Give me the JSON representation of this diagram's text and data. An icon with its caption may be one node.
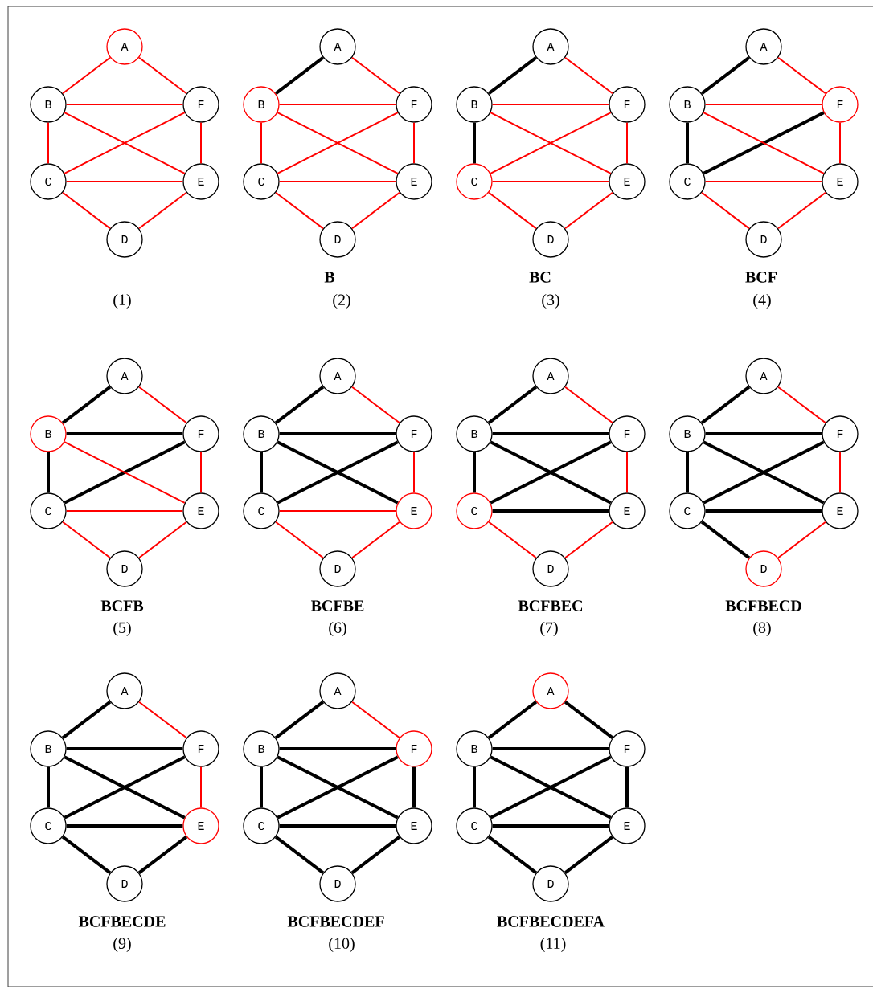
{
  "diagram": {
    "nodes": [
      {
        "text": [
          "A"
        ]
      },
      {
        "text": [
          "B"
        ]
      },
      {
        "text": [
          "F"
        ]
      },
      {
        "text": [
          "C"
        ]
      },
      {
        "text": [
          "E"
        ]
      },
      {
        "text": [
          "D"
        ]
      },
      {
        "text": [
          "A"
        ]
      },
      {
        "text": [
          "B"
        ]
      },
      {
        "text": [
          "F"
        ]
      },
      {
        "text": [
          "C"
        ]
      },
      {
        "text": [
          "E"
        ]
      },
      {
        "text": [
          "D"
        ]
      },
      {
        "text": [
          "A"
        ]
      },
      {
        "text": [
          "B"
        ]
      },
      {
        "text": [
          "F"
        ]
      },
      {
        "text": [
          "C"
        ]
      },
      {
        "text": [
          "E"
        ]
      },
      {
        "text": [
          "D"
        ]
      },
      {
        "text": [
          "A"
        ]
      },
      {
        "text": [
          "B"
        ]
      },
      {
        "text": [
          "F"
        ]
      },
      {
        "text": [
          "C"
        ]
      },
      {
        "text": [
          "E"
        ]
      },
      {
        "text": [
          "D"
        ]
      },
      {
        "text": [
          "A"
        ]
      },
      {
        "text": [
          "B"
        ]
      },
      {
        "text": [
          "F"
        ]
      },
      {
        "text": [
          "C"
        ]
      },
      {
        "text": [
          "E"
        ]
      },
      {
        "text": [
          "D"
        ]
      },
      {
        "text": [
          "A"
        ]
      },
      {
        "text": [
          "B"
        ]
      },
      {
        "text": [
          "F"
        ]
      },
      {
        "text": [
          "C"
        ]
      },
      {
        "text": [
          "E"
        ]
      },
      {
        "text": [
          "D"
        ]
      },
      {
        "text": [
          "A"
        ]
      },
      {
        "text": [
          "B"
        ]
      },
      {
        "text": [
          "F"
        ]
      },
      {
        "text": [
          "C"
        ]
      },
      {
        "text": [
          "E"
        ]
      },
      {
        "text": [
          "D"
        ]
      },
      {
        "text": [
          "A"
        ]
      },
      {
        "text": [
          "B"
        ]
      },
      {
        "text": [
          "F"
        ]
      },
      {
        "text": [
          "C"
        ]
      },
      {
        "text": [
          "E"
        ]
      },
      {
        "text": [
          "D"
        ]
      },
      {
        "text": [
          "A"
        ]
      },
      {
        "text": [
          "B"
        ]
      },
      {
        "text": [
          "F"
        ]
      },
      {
        "text": [
          "C"
        ]
      },
      {
        "text": [
          "E"
        ]
      },
      {
        "text": [
          "D"
        ]
      },
      {
        "text": [
          "A"
        ]
      },
      {
        "text": [
          "B"
        ]
      },
      {
        "text": [
          "F"
        ]
      },
      {
        "text": [
          "C"
        ]
      },
      {
        "text": [
          "E"
        ]
      },
      {
        "text": [
          "D"
        ]
      },
      {
        "text": [
          "A"
        ]
      },
      {
        "text": [
          "B"
        ]
      },
      {
        "text": [
          "F"
        ]
      },
      {
        "text": [
          "C"
        ]
      },
      {
        "text": [
          "E"
        ]
      },
      {
        "text": [
          "D"
        ]
      }
    ],
    "edges": [
      {
        "from": 0,
        "to": 1,
        "arrow": "none",
        "color": "#ff0000"
      },
      {
        "from": 1,
        "to": 3,
        "arrow": "none",
        "color": "#ff0000"
      },
      {
        "from": 3,
        "to": 2,
        "arrow": "none",
        "color": "#ff0000"
      },
      {
        "from": 2,
        "to": 1,
        "arrow": "none",
        "color": "#ff0000"
      },
      {
        "from": 1,
        "to": 4,
        "arrow": "none",
        "color": "#ff0000"
      },
      {
        "from": 4,
        "to": 3,
        "arrow": "none",
        "color": "#ff0000"
      },
      {
        "from": 3,
        "to": 5,
        "arrow": "none",
        "color": "#ff0000"
      },
      {
        "from": 5,
        "to": 4,
        "arrow": "none",
        "color": "#ff0000"
      },
      {
        "from": 4,
        "to": 2,
        "arrow": "none",
        "color": "#ff0000"
      },
      {
        "from": 2,
        "to": 0,
        "arrow": "none",
        "color": "#ff0000"
      },
      {
        "from": 6,
        "to": 7,
        "arrow": "none",
        "style": "thick",
        "color": "#000000"
      },
      {
        "from": 7,
        "to": 9,
        "arrow": "none",
        "color": "#ff0000"
      },
      {
        "from": 9,
        "to": 8,
        "arrow": "none",
        "color": "#ff0000"
      },
      {
        "from": 8,
        "to": 7,
        "arrow": "none",
        "color": "#ff0000"
      },
      {
        "from": 7,
        "to": 10,
        "arrow": "none",
        "color": "#ff0000"
      },
      {
        "from": 10,
        "to": 9,
        "arrow": "none",
        "color": "#ff0000"
      },
      {
        "from": 9,
        "to": 11,
        "arrow": "none",
        "color": "#ff0000"
      },
      {
        "from": 11,
        "to": 10,
        "arrow": "none",
        "color": "#ff0000"
      },
      {
        "from": 10,
        "to": 8,
        "arrow": "none",
        "color": "#ff0000"
      },
      {
        "from": 8,
        "to": 6,
        "arrow": "none",
        "color": "#ff0000"
      },
      {
        "from": 12,
        "to": 13,
        "arrow": "none",
        "style": "thick",
        "color": "#000000"
      },
      {
        "from": 13,
        "to": 15,
        "arrow": "none",
        "style": "thick",
        "color": "#000000"
      },
      {
        "from": 15,
        "to": 14,
        "arrow": "none",
        "color": "#ff0000"
      },
      {
        "from": 14,
        "to": 13,
        "arrow": "none",
        "color": "#ff0000"
      },
      {
        "from": 13,
        "to": 16,
        "arrow": "none",
        "color": "#ff0000"
      },
      {
        "from": 16,
        "to": 15,
        "arrow": "none",
        "color": "#ff0000"
      },
      {
        "from": 15,
        "to": 17,
        "arrow": "none",
        "color": "#ff0000"
      },
      {
        "from": 17,
        "to": 16,
        "arrow": "none",
        "color": "#ff0000"
      },
      {
        "from": 16,
        "to": 14,
        "arrow": "none",
        "color": "#ff0000"
      },
      {
        "from": 14,
        "to": 12,
        "arrow": "none",
        "color": "#ff0000"
      },
      {
        "from": 18,
        "to": 19,
        "arrow": "none",
        "style": "thick",
        "color": "#000000"
      },
      {
        "from": 19,
        "to": 21,
        "arrow": "none",
        "style": "thick",
        "color": "#000000"
      },
      {
        "from": 21,
        "to": 20,
        "arrow": "none",
        "style": "thick",
        "color": "#000000"
      },
      {
        "from": 20,
        "to": 19,
        "arrow": "none",
        "color": "#ff0000"
      },
      {
        "from": 19,
        "to": 22,
        "arrow": "none",
        "color": "#ff0000"
      },
      {
        "from": 22,
        "to": 21,
        "arrow": "none",
        "color": "#ff0000"
      },
      {
        "from": 21,
        "to": 23,
        "arrow": "none",
        "color": "#ff0000"
      },
      {
        "from": 23,
        "to": 22,
        "arrow": "none",
        "color": "#ff0000"
      },
      {
        "from": 22,
        "to": 20,
        "arrow": "none",
        "color": "#ff0000"
      },
      {
        "from": 20,
        "to": 18,
        "arrow": "none",
        "color": "#ff0000"
      },
      {
        "from": 24,
        "to": 25,
        "arrow": "none",
        "style": "thick",
        "color": "#000000"
      },
      {
        "from": 25,
        "to": 27,
        "arrow": "none",
        "style": "thick",
        "color": "#000000"
      },
      {
        "from": 27,
        "to": 26,
        "arrow": "none",
        "style": "thick",
        "color": "#000000"
      },
      {
        "from": 26,
        "to": 25,
        "arrow": "none",
        "style": "thick",
        "color": "#000000"
      },
      {
        "from": 25,
        "to": 28,
        "arrow": "none",
        "color": "#ff0000"
      },
      {
        "from": 28,
        "to": 27,
        "arrow": "none",
        "color": "#ff0000"
      },
      {
        "from": 27,
        "to": 29,
        "arrow": "none",
        "color": "#ff0000"
      },
      {
        "from": 29,
        "to": 28,
        "arrow": "none",
        "color": "#ff0000"
      },
      {
        "from": 28,
        "to": 26,
        "arrow": "none",
        "color": "#ff0000"
      },
      {
        "from": 26,
        "to": 24,
        "arrow": "none",
        "color": "#ff0000"
      },
      {
        "from": 30,
        "to": 31,
        "arrow": "none",
        "style": "thick",
        "color": "#000000"
      },
      {
        "from": 31,
        "to": 33,
        "arrow": "none",
        "style": "thick",
        "color": "#000000"
      },
      {
        "from": 33,
        "to": 32,
        "arrow": "none",
        "style": "thick",
        "color": "#000000"
      },
      {
        "from": 32,
        "to": 31,
        "arrow": "none",
        "style": "thick",
        "color": "#000000"
      },
      {
        "from": 31,
        "to": 34,
        "arrow": "none",
        "style": "thick",
        "color": "#000000"
      },
      {
        "from": 34,
        "to": 33,
        "arrow": "none",
        "color": "#ff0000"
      },
      {
        "from": 33,
        "to": 35,
        "arrow": "none",
        "color": "#ff0000"
      },
      {
        "from": 35,
        "to": 34,
        "arrow": "none",
        "color": "#ff0000"
      },
      {
        "from": 34,
        "to": 32,
        "arrow": "none",
        "color": "#ff0000"
      },
      {
        "from": 32,
        "to": 30,
        "arrow": "none",
        "color": "#ff0000"
      },
      {
        "from": 36,
        "to": 37,
        "arrow": "none",
        "style": "thick",
        "color": "#000000"
      },
      {
        "from": 37,
        "to": 39,
        "arrow": "none",
        "style": "thick",
        "color": "#000000"
      },
      {
        "from": 39,
        "to": 38,
        "arrow": "none",
        "style": "thick",
        "color": "#000000"
      },
      {
        "from": 38,
        "to": 37,
        "arrow": "none",
        "style": "thick",
        "color": "#000000"
      },
      {
        "from": 37,
        "to": 40,
        "arrow": "none",
        "style": "thick",
        "color": "#000000"
      },
      {
        "from": 40,
        "to": 39,
        "arrow": "none",
        "style": "thick",
        "color": "#000000"
      },
      {
        "from": 39,
        "to": 41,
        "arrow": "none",
        "color": "#ff0000"
      },
      {
        "from": 41,
        "to": 40,
        "arrow": "none",
        "color": "#ff0000"
      },
      {
        "from": 40,
        "to": 38,
        "arrow": "none",
        "color": "#ff0000"
      },
      {
        "from": 38,
        "to": 36,
        "arrow": "none",
        "color": "#ff0000"
      },
      {
        "from": 42,
        "to": 43,
        "arrow": "none",
        "style": "thick",
        "color": "#000000"
      },
      {
        "from": 43,
        "to": 45,
        "arrow": "none",
        "style": "thick",
        "color": "#000000"
      },
      {
        "from": 45,
        "to": 44,
        "arrow": "none",
        "style": "thick",
        "color": "#000000"
      },
      {
        "from": 44,
        "to": 43,
        "arrow": "none",
        "style": "thick",
        "color": "#000000"
      },
      {
        "from": 43,
        "to": 46,
        "arrow": "none",
        "style": "thick",
        "color": "#000000"
      },
      {
        "from": 46,
        "to": 45,
        "arrow": "none",
        "style": "thick",
        "color": "#000000"
      },
      {
        "from": 45,
        "to": 47,
        "arrow": "none",
        "style": "thick",
        "color": "#000000"
      },
      {
        "from": 47,
        "to": 46,
        "arrow": "none",
        "color": "#ff0000"
      },
      {
        "from": 46,
        "to": 44,
        "arrow": "none",
        "color": "#ff0000"
      },
      {
        "from": 44,
        "to": 42,
        "arrow": "none",
        "color": "#ff0000"
      },
      {
        "from": 48,
        "to": 49,
        "arrow": "none",
        "style": "thick",
        "color": "#000000"
      },
      {
        "from": 49,
        "to": 51,
        "arrow": "none",
        "style": "thick",
        "color": "#000000"
      },
      {
        "from": 51,
        "to": 50,
        "arrow": "none",
        "style": "thick",
        "color": "#000000"
      },
      {
        "from": 50,
        "to": 49,
        "arrow": "none",
        "style": "thick",
        "color": "#000000"
      },
      {
        "from": 49,
        "to": 52,
        "arrow": "none",
        "style": "thick",
        "color": "#000000"
      },
      {
        "from": 52,
        "to": 51,
        "arrow": "none",
        "style": "thick",
        "color": "#000000"
      },
      {
        "from": 51,
        "to": 53,
        "arrow": "none",
        "style": "thick",
        "color": "#000000"
      },
      {
        "from": 53,
        "to": 52,
        "arrow": "none",
        "style": "thick",
        "color": "#000000"
      },
      {
        "from": 52,
        "to": 50,
        "arrow": "none",
        "color": "#ff0000"
      },
      {
        "from": 50,
        "to": 48,
        "arrow": "none",
        "color": "#ff0000"
      },
      {
        "from": 54,
        "to": 55,
        "arrow": "none",
        "style": "thick",
        "color": "#000000"
      },
      {
        "from": 55,
        "to": 57,
        "arrow": "none",
        "style": "thick",
        "color": "#000000"
      },
      {
        "from": 57,
        "to": 56,
        "arrow": "none",
        "style": "thick",
        "color": "#000000"
      },
      {
        "from": 56,
        "to": 55,
        "arrow": "none",
        "style": "thick",
        "color": "#000000"
      },
      {
        "from": 55,
        "to": 58,
        "arrow": "none",
        "style": "thick",
        "color": "#000000"
      },
      {
        "from": 58,
        "to": 57,
        "arrow": "none",
        "style": "thick",
        "color": "#000000"
      },
      {
        "from": 57,
        "to": 59,
        "arrow": "none",
        "style": "thick",
        "color": "#000000"
      },
      {
        "from": 59,
        "to": 58,
        "arrow": "none",
        "style": "thick",
        "color": "#000000"
      },
      {
        "from": 58,
        "to": 56,
        "arrow": "none",
        "style": "thick",
        "color": "#000000"
      },
      {
        "from": 56,
        "to": 54,
        "arrow": "none",
        "color": "#ff0000"
      },
      {
        "from": 60,
        "to": 61,
        "arrow": "none",
        "style": "thick",
        "color": "#000000"
      },
      {
        "from": 61,
        "to": 63,
        "arrow": "none",
        "style": "thick",
        "color": "#000000"
      },
      {
        "from": 63,
        "to": 62,
        "arrow": "none",
        "style": "thick",
        "color": "#000000"
      },
      {
        "from": 62,
        "to": 61,
        "arrow": "none",
        "style": "thick",
        "color": "#000000"
      },
      {
        "from": 61,
        "to": 64,
        "arrow": "none",
        "style": "thick",
        "color": "#000000"
      },
      {
        "from": 64,
        "to": 63,
        "arrow": "none",
        "style": "thick",
        "color": "#000000"
      },
      {
        "from": 63,
        "to": 65,
        "arrow": "none",
        "style": "thick",
        "color": "#000000"
      },
      {
        "from": 65,
        "to": 64,
        "arrow": "none",
        "style": "thick",
        "color": "#000000"
      },
      {
        "from": 64,
        "to": 62,
        "arrow": "none",
        "style": "thick",
        "color": "#000000"
      },
      {
        "from": 62,
        "to": 60,
        "arrow": "none",
        "style": "thick",
        "color": "#000000"
      }
    ],
    "labels": [
      "B",
      "BC",
      "BCF",
      "(1)",
      "(2)",
      "(3)",
      "(4)",
      "BCFB",
      "BCFBE",
      "BCFBEC",
      "BCFBECD",
      "(5)",
      "(6)",
      "(7)",
      "(8)",
      "BCFBECDE",
      "BCFBECDEF",
      "BCFBECDEFA",
      "(9)",
      "(10)",
      "(11)"
    ]
  }
}
